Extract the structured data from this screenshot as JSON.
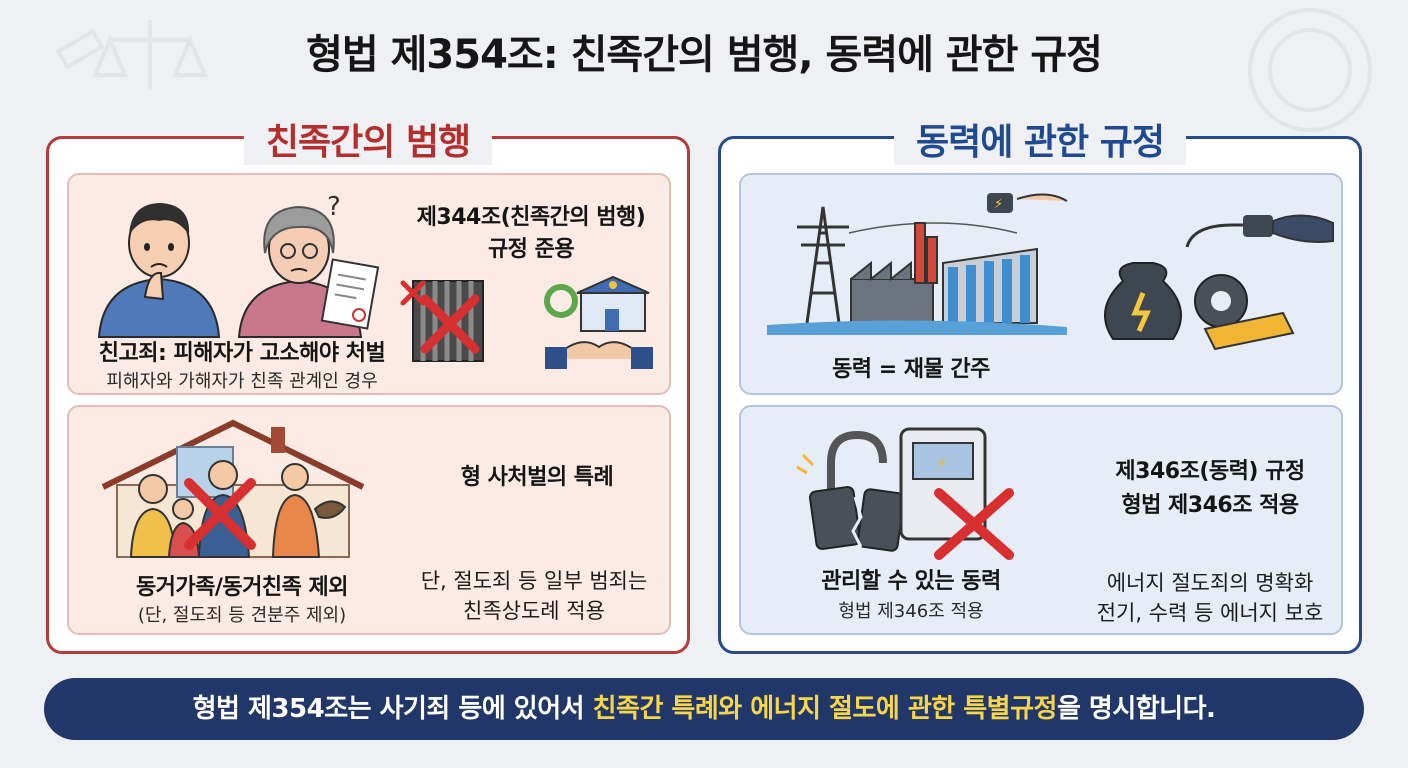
{
  "title": "형법 제354조: 친족간의 범행, 동력에 관한 규정",
  "left_panel": {
    "title": "친족간의 범행",
    "card1": {
      "heading": "제344조(친족간의 범행)",
      "heading2": "규정 준용",
      "caption": "친고죄: 피해자가 고소해야 처벌",
      "sub": "피해자와 가해자가 친족 관계인 경우"
    },
    "card2": {
      "heading": "형 사처벌의 특례",
      "caption": "동거가족/동거친족 제외",
      "sub": "(단, 절도죄 등 견분주 제외)",
      "note1": "단, 절도죄 등 일부 범죄는",
      "note2": "친족상도례 적용"
    }
  },
  "right_panel": {
    "title": "동력에 관한 규정",
    "card1": {
      "caption": "동력 = 재물 간주"
    },
    "card2": {
      "heading": "제346조(동력) 규정",
      "heading2": "형법 제346조 적용",
      "caption": "관리할 수 있는 동력",
      "sub": "형법 제346조 적용",
      "note1": "에너지 절도죄의 명확화",
      "note2": "전기, 수력 등 에너지 보호"
    }
  },
  "footer": {
    "prefix": "형법 제354조는 사기죄 등에 있어서 ",
    "highlight": "친족간 특례와 에너지 절도에 관한 특별규정",
    "suffix": "을 명시합니다."
  },
  "colors": {
    "left_accent": "#b83a3a",
    "right_accent": "#274a88",
    "footer_bg": "#21376a",
    "footer_highlight": "#f7d64a"
  }
}
